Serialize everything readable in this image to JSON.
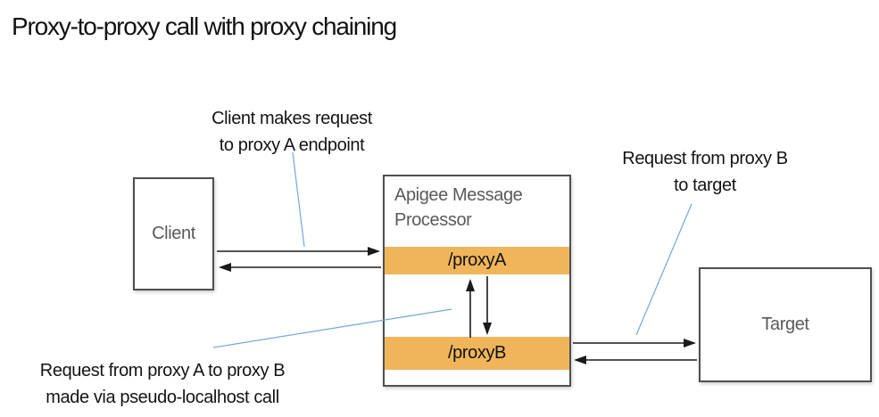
{
  "title": "Proxy-to-proxy call with proxy chaining",
  "nodes": {
    "client": {
      "label": "Client"
    },
    "apigee": {
      "label": "Apigee Message Processor"
    },
    "proxy_a": {
      "label": "/proxyA"
    },
    "proxy_b": {
      "label": "/proxyB"
    },
    "target": {
      "label": "Target"
    }
  },
  "annotations": {
    "client_request": {
      "line1": "Client makes request",
      "line2": "to proxy A endpoint"
    },
    "proxyb_to_target": {
      "line1": "Request from proxy B",
      "line2": "to target"
    },
    "proxya_to_proxyb": {
      "line1": "Request from proxy A to proxy B",
      "line2": "made via pseudo-localhost call"
    }
  },
  "colors": {
    "proxy_bar_orange": "#F0B55B",
    "leader_line_blue": "#6FA8DC",
    "arrow_black": "#1a1a1a",
    "box_border_gray": "#4f4f4f",
    "box_label_gray": "#5a5a5a"
  }
}
